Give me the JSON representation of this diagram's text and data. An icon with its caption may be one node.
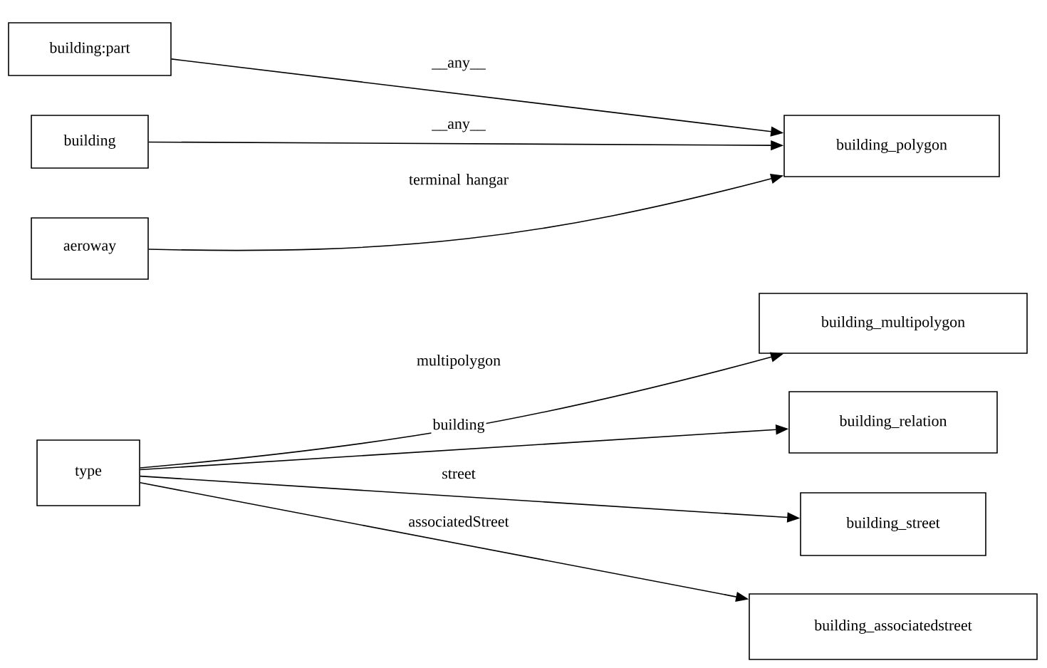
{
  "diagram": {
    "nodes": [
      {
        "text": [
          "building:part"
        ]
      },
      {
        "text": [
          "building"
        ]
      },
      {
        "text": [
          "aeroway"
        ]
      },
      {
        "text": [
          "building_polygon"
        ]
      },
      {
        "text": [
          "building_multipolygon"
        ]
      },
      {
        "text": [
          "building_relation"
        ]
      },
      {
        "text": [
          "type"
        ]
      },
      {
        "text": [
          "building_street"
        ]
      },
      {
        "text": [
          "building_associatedstreet"
        ]
      }
    ],
    "edges": [
      {
        "from": 0,
        "to": 3,
        "arrow": "to",
        "label": "__any__"
      },
      {
        "from": 1,
        "to": 3,
        "arrow": "to",
        "label": "__any__"
      },
      {
        "from": 2,
        "to": 3,
        "arrow": "to",
        "label": "terminal hangar"
      },
      {
        "from": 6,
        "to": 4,
        "arrow": "to",
        "label": "multipolygon"
      },
      {
        "from": 6,
        "to": 5,
        "arrow": "to",
        "label": "building"
      },
      {
        "from": 6,
        "to": 7,
        "arrow": "to",
        "label": "street"
      },
      {
        "from": 6,
        "to": 8,
        "arrow": "to",
        "label": "associatedStreet"
      }
    ]
  }
}
